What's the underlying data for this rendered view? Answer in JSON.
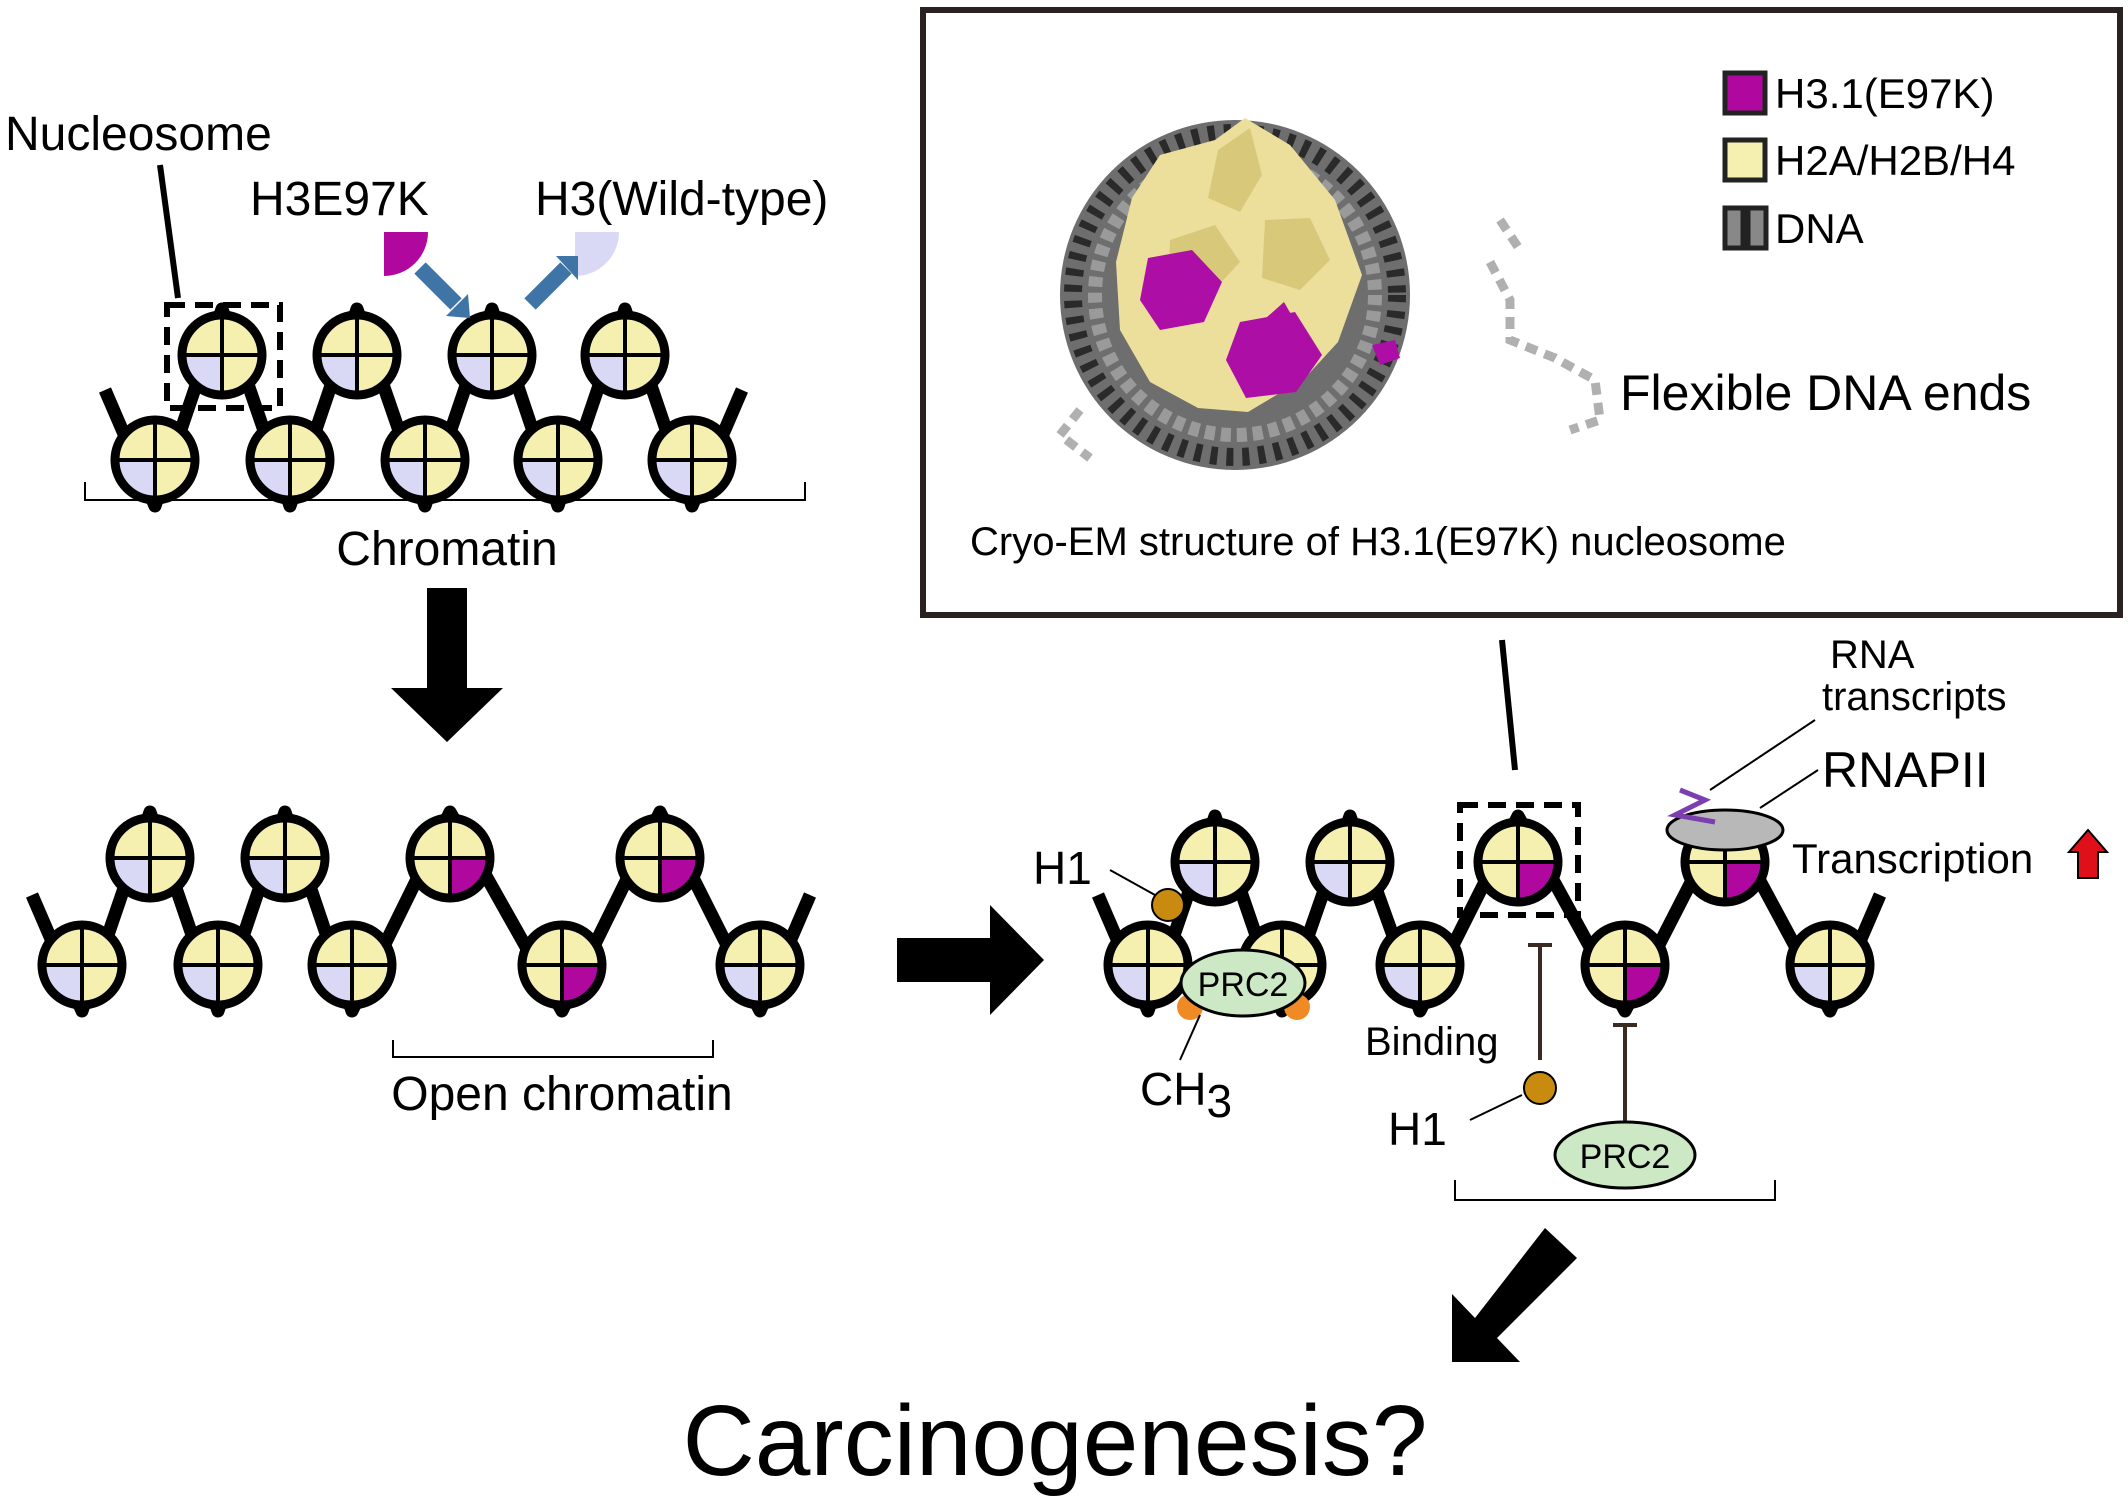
{
  "colors": {
    "mutant": "#b0089f",
    "wildtype": "#d9d9f6",
    "core": "#f5f0b0",
    "dna": "#000000",
    "arrow_blue": "#3f74a6",
    "h1": "#c98a10",
    "prc2_fill": "#cde8c4",
    "methyl": "#f08a24",
    "rnapii": "#b8b8b8",
    "rna": "#7b3fb0",
    "up_arrow": "#e0101a"
  },
  "labels": {
    "nucleosome": "Nucleosome",
    "h3e97k": "H3E97K",
    "h3_wildtype": "H3(Wild-type)",
    "chromatin": "Chromatin",
    "open_chromatin": "Open chromatin",
    "h1_top": "H1",
    "prc2_left": "PRC2",
    "ch3": "CH",
    "ch3_sub": "3",
    "binding": "Binding",
    "h1_bottom": "H1",
    "prc2_bottom": "PRC2",
    "rna_transcripts_line1": "RNA",
    "rna_transcripts_line2": "transcripts",
    "rnapii": "RNAPII",
    "transcription": "Transcription",
    "carcinogenesis": "Carcinogenesis?"
  },
  "cryo_panel": {
    "legend": [
      {
        "label": "H3.1(E97K)"
      },
      {
        "label": "H2A/H2B/H4"
      },
      {
        "label": "DNA"
      }
    ],
    "flexible_dna_ends": "Flexible DNA ends",
    "caption": "Cryo-EM structure of H3.1(E97K) nucleosome"
  },
  "chains": {
    "chromatin": [
      {
        "row": "top",
        "mut": false
      },
      {
        "row": "top",
        "mut": false
      },
      {
        "row": "top",
        "mut": false
      },
      {
        "row": "top",
        "mut": false
      },
      {
        "row": "bottom",
        "mut": false
      },
      {
        "row": "bottom",
        "mut": false
      },
      {
        "row": "bottom",
        "mut": false
      },
      {
        "row": "bottom",
        "mut": false
      },
      {
        "row": "bottom",
        "mut": false
      }
    ],
    "open": [
      {
        "row": "top",
        "mut": false
      },
      {
        "row": "top",
        "mut": false
      },
      {
        "row": "top",
        "mut": true
      },
      {
        "row": "top",
        "mut": true
      },
      {
        "row": "bottom",
        "mut": false
      },
      {
        "row": "bottom",
        "mut": false
      },
      {
        "row": "bottom",
        "mut": false
      },
      {
        "row": "bottom",
        "mut": true
      },
      {
        "row": "bottom",
        "mut": false
      }
    ],
    "result": [
      {
        "row": "top",
        "mut": false
      },
      {
        "row": "top",
        "mut": false
      },
      {
        "row": "top",
        "mut": true
      },
      {
        "row": "top",
        "mut": true
      },
      {
        "row": "bottom",
        "mut": false
      },
      {
        "row": "bottom",
        "mut": false
      },
      {
        "row": "bottom",
        "mut": false
      },
      {
        "row": "bottom",
        "mut": true
      },
      {
        "row": "bottom",
        "mut": false
      }
    ]
  }
}
